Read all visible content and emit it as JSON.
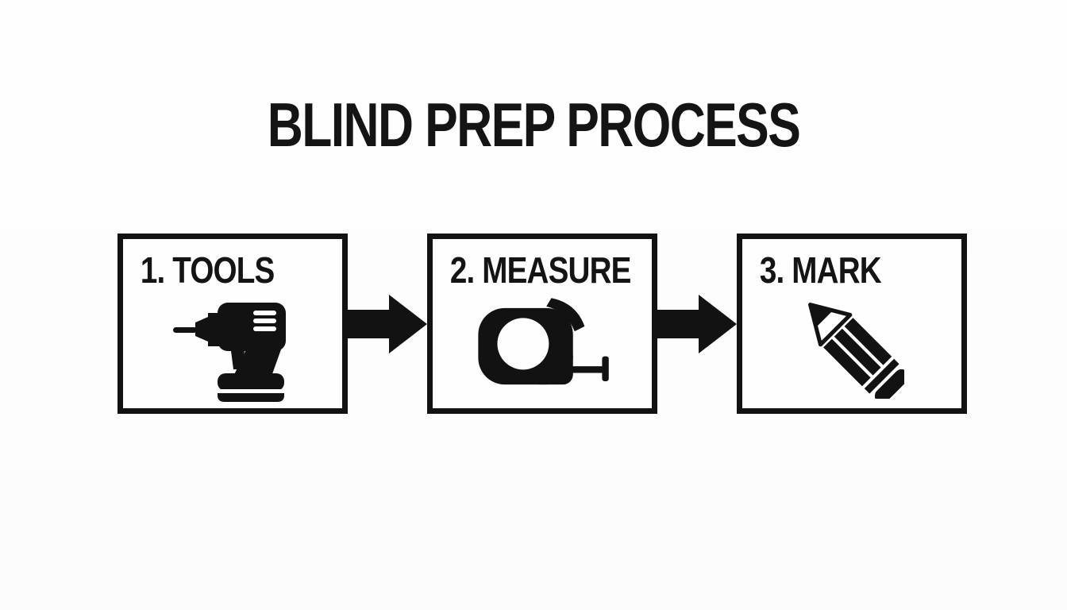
{
  "title": "BLIND PREP PROCESS",
  "steps": [
    {
      "label": "1. TOOLS",
      "icon": "drill-icon"
    },
    {
      "label": "2. MEASURE",
      "icon": "tape-measure-icon"
    },
    {
      "label": "3. MARK",
      "icon": "pencil-icon"
    }
  ],
  "connectors": [
    {
      "icon": "arrow-right-icon"
    },
    {
      "icon": "arrow-right-icon"
    }
  ],
  "colors": {
    "ink": "#121212",
    "background": "#fdfdfd",
    "box_border": "#121212",
    "box_fill": "#fefefe"
  }
}
